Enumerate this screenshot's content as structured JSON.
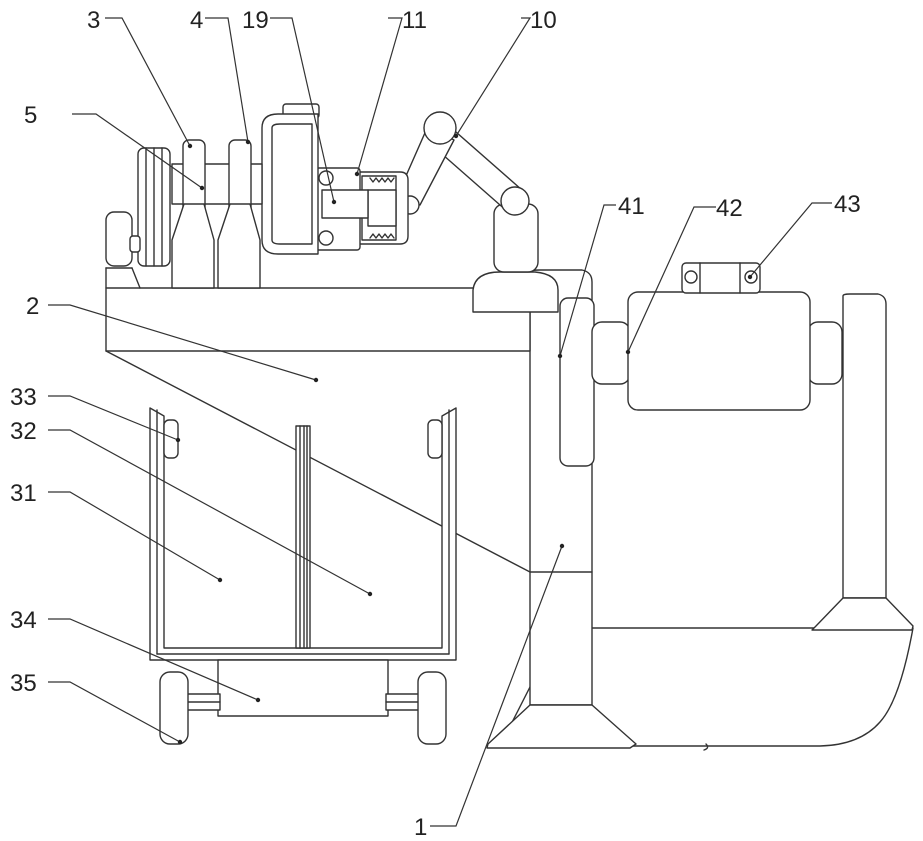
{
  "labels": {
    "n3": "3",
    "n4": "4",
    "n19": "19",
    "n11": "11",
    "n10": "10",
    "n5": "5",
    "n41": "41",
    "n42": "42",
    "n43": "43",
    "n2": "2",
    "n33": "33",
    "n32": "32",
    "n31": "31",
    "n34": "34",
    "n35": "35",
    "n1": "1"
  },
  "colors": {
    "line": "#333333",
    "background": "#ffffff"
  }
}
